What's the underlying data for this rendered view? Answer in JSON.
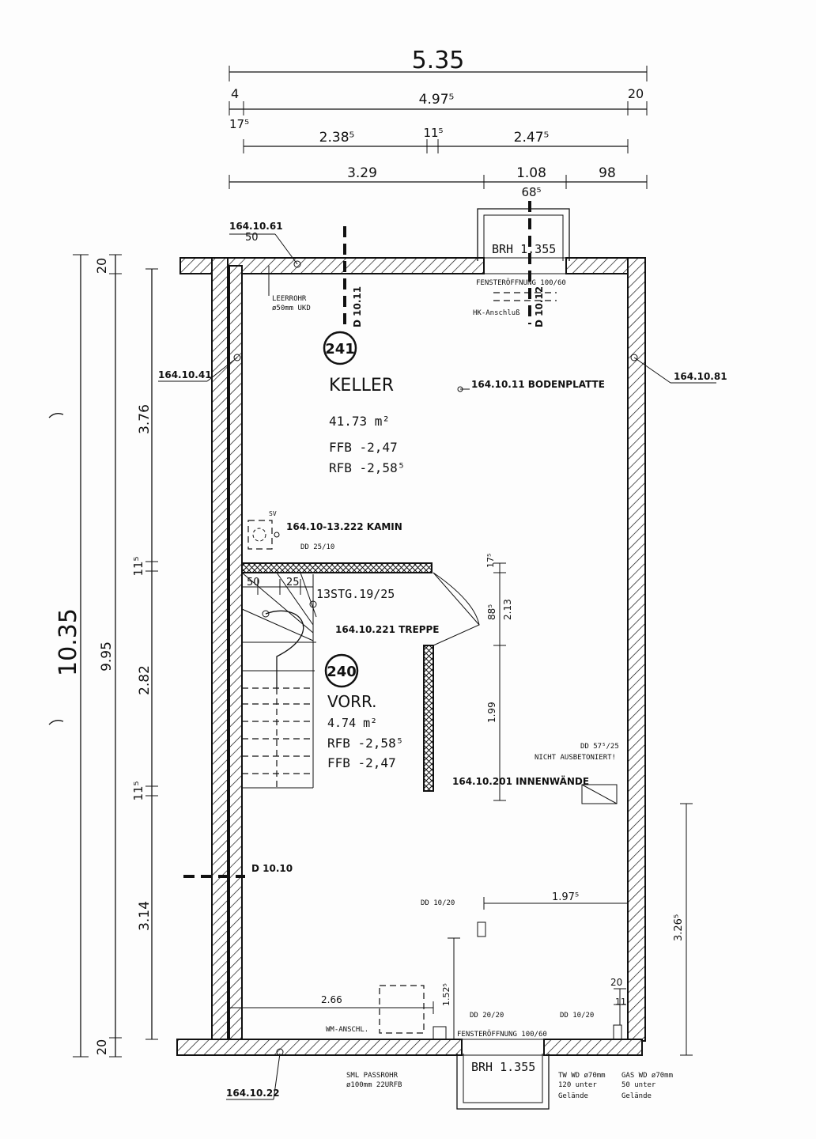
{
  "dimensions": {
    "top_total": "5.35",
    "top_row2_left": "4",
    "top_row2_mid": "4.97⁵",
    "top_row2_right": "20",
    "top_row2_sub": "17⁵",
    "top_row3_left": "2.38⁵",
    "top_row3_mid": "11⁵",
    "top_row3_right": "2.47⁵",
    "top_row4_left": "3.29",
    "top_row4_mid": "1.08",
    "top_row4_right": "98",
    "top_row4_sub": "68⁵",
    "left_total": "10.35",
    "left_inner": "9.95",
    "left_top": "20",
    "left_bottom": "20",
    "left_seg1": "3.76",
    "left_seg2": "11⁵",
    "left_seg3": "2.82",
    "left_seg4": "11⁵",
    "left_seg5": "3.14",
    "stair_50": "50",
    "stair_25": "25",
    "stair_50b": "50",
    "vert_175": "17⁵",
    "vert_885": "88⁵",
    "vert_213": "2.13",
    "vert_199": "1.99",
    "right_3265": "3.26⁵",
    "dim_1975": "1.97⁵",
    "dim_266": "2.66",
    "dim_1525": "1.52⁵",
    "dim_20": "20",
    "dim_11": "11"
  },
  "rooms": [
    {
      "number": "241",
      "name": "KELLER",
      "area": "41.73 m²",
      "ffb": "FFB -2,47",
      "rfb": "RFB -2,58⁵"
    },
    {
      "number": "240",
      "name": "VORR.",
      "area": "4.74 m²",
      "rfb": "RFB -2,58⁵",
      "ffb": "FFB -2,47"
    }
  ],
  "labels": {
    "ref_top_left": "164.10.61",
    "ref_left": "164.10.41",
    "ref_right": "164.10.81",
    "ref_bottom": "164.10.22",
    "bodenplatte": "164.10.11 BODENPLATTE",
    "kamin": "164.10-13.222 KAMIN",
    "treppe": "164.10.221 TREPPE",
    "innenwaende": "164.10.201 INNENWÄNDE",
    "brh_top": "BRH 1.355",
    "brh_bottom": "BRH 1.355",
    "fenster_top": "FENSTERÖFFNUNG 100/60",
    "fenster_bottom": "FENSTERÖFFNUNG 100/60",
    "hk_anschluss": "HK-Anschluß",
    "leerrohr_1": "LEERROHR",
    "leerrohr_2": "ø50mm UKD",
    "d1011": "D 10.11",
    "d1012": "D 10.12",
    "d1010": "D 10.10",
    "sv": "SV",
    "dd_25_10": "DD 25/10",
    "steps": "13STG.19/25",
    "dd_575_25": "DD 57⁵/25",
    "nicht_ausbetoniert": "NICHT AUSBETONIERT!",
    "dd_10_20_a": "DD 10/20",
    "dd_20_20": "DD 20/20",
    "dd_10_20_b": "DD 10/20",
    "wm_anschl": "WM-ANSCHL.",
    "sml_1": "SML PASSROHR",
    "sml_2": "ø100mm 22URFB",
    "tw_1": "TW WD ø70mm",
    "tw_2": "120 unter",
    "tw_3": "Gelände",
    "gas_1": "GAS WD ø70mm",
    "gas_2": "50 unter",
    "gas_3": "Gelände"
  },
  "colors": {
    "ink": "#111111",
    "paper": "#fdfdfd"
  }
}
